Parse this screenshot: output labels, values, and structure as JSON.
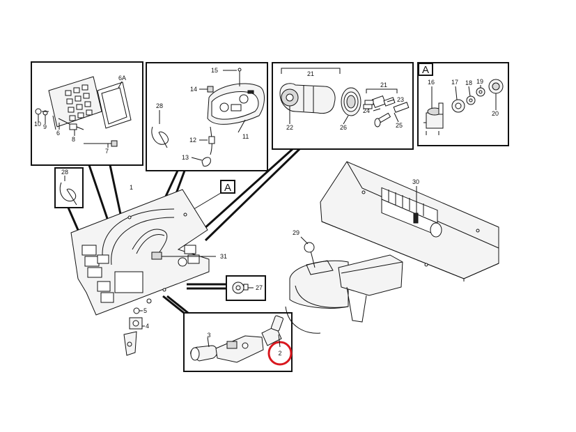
{
  "diagram": {
    "title": "Instrument panel / switches exploded parts view",
    "highlight_color": "#d9181f"
  },
  "labels": {
    "l1": "1",
    "l2": "2",
    "l3": "3",
    "l4": "4",
    "l5": "5",
    "l6": "6",
    "l6a": "6A",
    "l7": "7",
    "l8": "8",
    "l9": "9",
    "l10": "10",
    "l11": "11",
    "l12": "12",
    "l13": "13",
    "l14": "14",
    "l15": "15",
    "l16": "16",
    "l17": "17",
    "l18": "18",
    "l19": "19",
    "l20": "20",
    "l21a": "21",
    "l21b": "21",
    "l22": "22",
    "l23": "23",
    "l24": "24",
    "l25": "25",
    "l26": "26",
    "l27": "27",
    "l28a": "28",
    "l28b": "28",
    "l29": "29",
    "l30": "30",
    "l31": "31"
  },
  "view_markers": {
    "a_main": "A",
    "a_detail": "A"
  }
}
